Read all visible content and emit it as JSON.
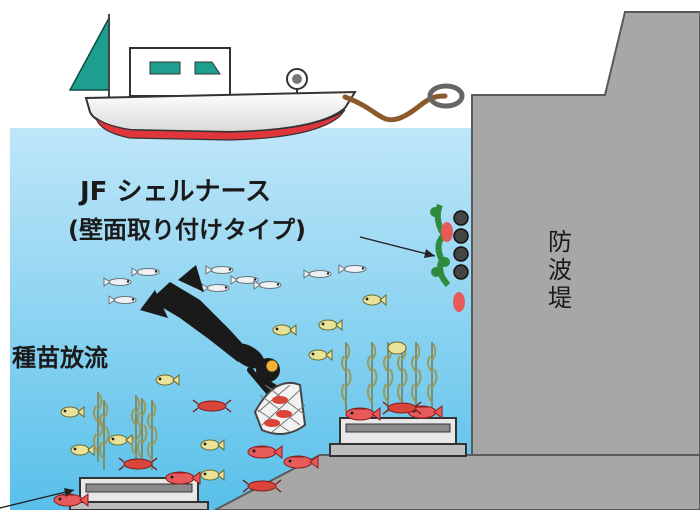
{
  "labels": {
    "product_name": "JF シェルナース",
    "product_subtitle": "(壁面取り付けタイプ)",
    "breakwater": "防波堤",
    "seed_release": "種苗放流"
  },
  "colors": {
    "sea_top": "#b9e3f6",
    "sea_bottom": "#5ec3ea",
    "breakwater": "#a6a6a6",
    "boat_hull": "#ffffff",
    "boat_sail": "#1e9e8e",
    "rope": "#8b5a2b"
  }
}
